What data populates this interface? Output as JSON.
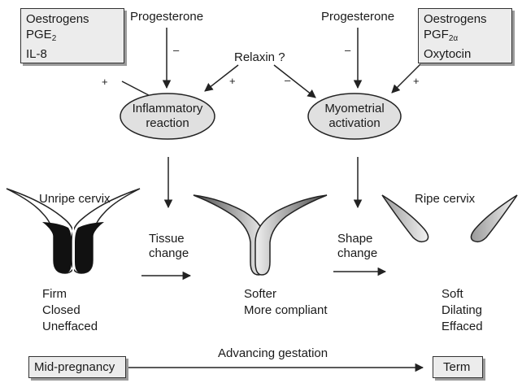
{
  "left_box": {
    "line1": "Oestrogens",
    "line2_main": "PGE",
    "line2_sub": "2",
    "line3": "IL-8"
  },
  "right_box": {
    "line1": "Oestrogens",
    "line2_main": "PGF",
    "line2_sub": "2α",
    "line3": "Oxytocin"
  },
  "progesterone_left": "Progesterone",
  "progesterone_right": "Progesterone",
  "relaxin": "Relaxin ?",
  "signs": {
    "oestrogen_left": "+",
    "progesterone_left": "–",
    "relaxin_left": "+",
    "relaxin_right": "–",
    "progesterone_right": "–",
    "oestrogen_right": "+"
  },
  "ellipses": {
    "inflammatory": [
      "Inflammatory",
      "reaction"
    ],
    "myometrial": [
      "Myometrial",
      "activation"
    ]
  },
  "cervix_labels": {
    "unripe": "Unripe cervix",
    "ripe": "Ripe cervix"
  },
  "transitions": {
    "tissue": [
      "Tissue",
      "change"
    ],
    "shape": [
      "Shape",
      "change"
    ]
  },
  "states": {
    "unripe": [
      "Firm",
      "Closed",
      "Uneffaced"
    ],
    "middle": [
      "Softer",
      "More compliant"
    ],
    "ripe": [
      "Soft",
      "Dilating",
      "Effaced"
    ]
  },
  "timeline": {
    "start": "Mid-pregnancy",
    "label": "Advancing gestation",
    "end": "Term"
  },
  "colors": {
    "box_fill": "#ececec",
    "ellipse_fill": "#e0e0e0",
    "unripe_cervix_inner": "#111111",
    "stroke": "#222222"
  }
}
